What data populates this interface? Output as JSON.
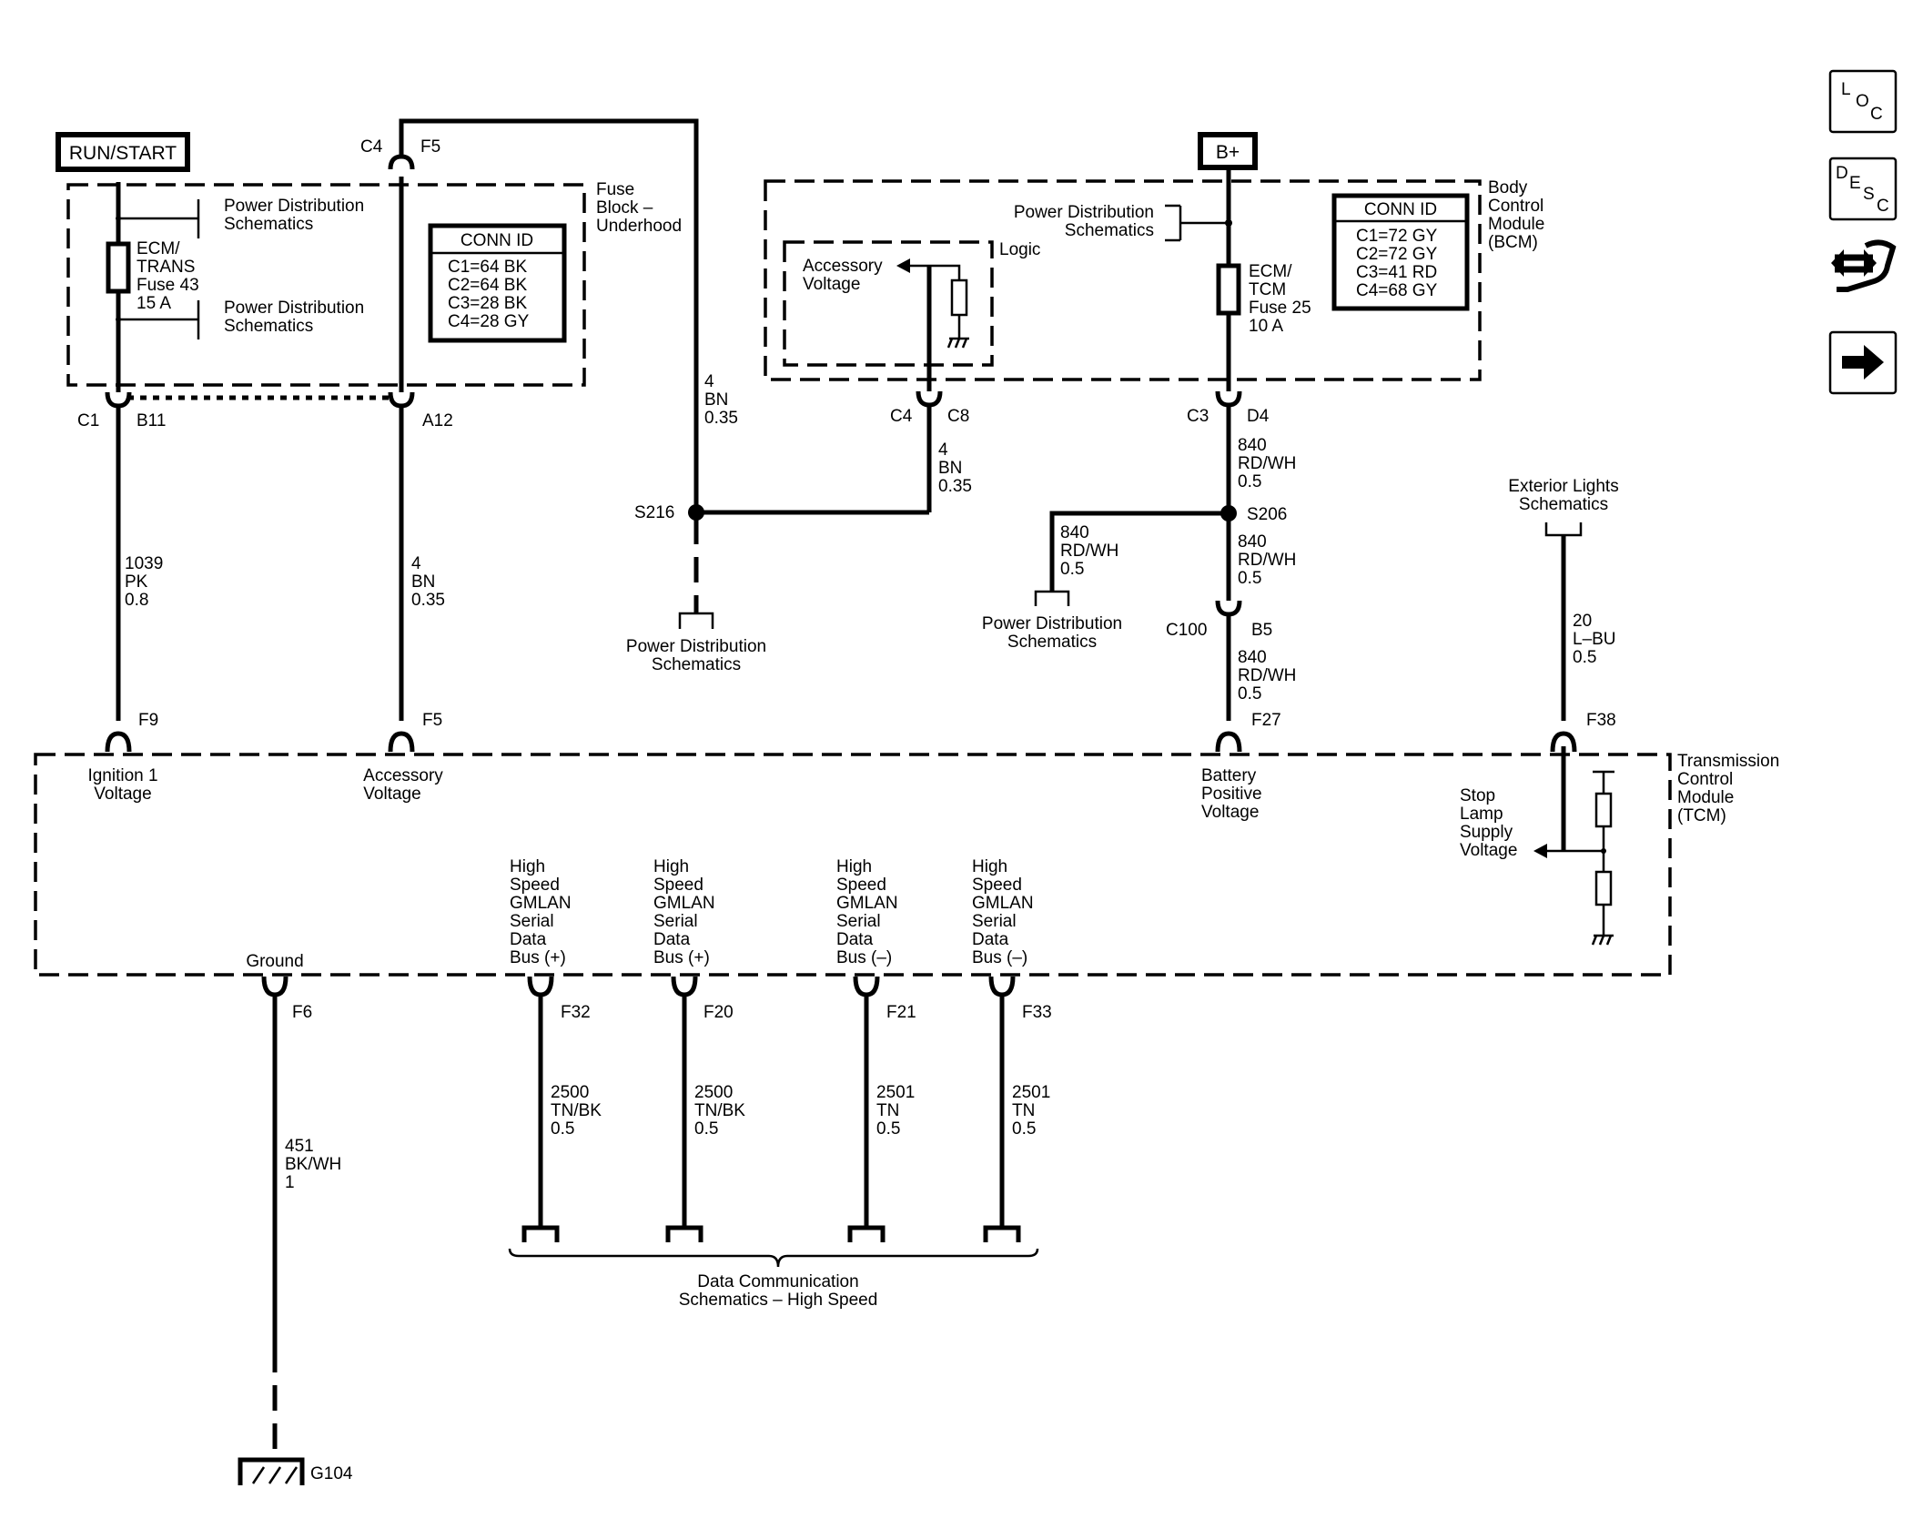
{
  "nav_icons": {
    "loc": [
      "L",
      "O",
      "C"
    ],
    "desc": [
      "D",
      "E",
      "S",
      "C"
    ]
  },
  "sources": {
    "run_start": "RUN/START",
    "b_plus": "B+"
  },
  "fuse_block": {
    "title": [
      "Fuse",
      "Block –",
      "Underhood"
    ],
    "conn_title": "CONN ID",
    "conn": [
      "C1=64 BK",
      "C2=64 BK",
      "C3=28 BK",
      "C4=28 GY"
    ],
    "fuse": [
      "ECM/",
      "TRANS",
      "Fuse 43",
      "15 A"
    ],
    "pd1": [
      "Power Distribution",
      "Schematics"
    ],
    "pd2": [
      "Power Distribution",
      "Schematics"
    ],
    "top_conn": "C4",
    "top_pin": "F5"
  },
  "bcm": {
    "title": [
      "Body",
      "Control",
      "Module",
      "(BCM)"
    ],
    "conn_title": "CONN ID",
    "conn": [
      "C1=72 GY",
      "C2=72 GY",
      "C3=41 RD",
      "C4=68 GY"
    ],
    "pd": [
      "Power Distribution",
      "Schematics"
    ],
    "logic": "Logic",
    "acc": [
      "Accessory",
      "Voltage"
    ],
    "fuse": [
      "ECM/",
      "TCM",
      "Fuse 25",
      "10 A"
    ]
  },
  "connectors": {
    "c1": "C1",
    "b11": "B11",
    "a12": "A12",
    "c4": "C4",
    "c8": "C8",
    "c3": "C3",
    "d4": "D4",
    "c100": "C100",
    "b5": "B5",
    "f9": "F9",
    "f5": "F5",
    "f27": "F27",
    "f38": "F38",
    "f6": "F6",
    "f32": "F32",
    "f20": "F20",
    "f21": "F21",
    "f33": "F33"
  },
  "splices": {
    "s216": "S216",
    "s206": "S206"
  },
  "wires": {
    "w1039": [
      "1039",
      "PK",
      "0.8"
    ],
    "w4a": [
      "4",
      "BN",
      "0.35"
    ],
    "w4top": [
      "4",
      "BN",
      "0.35"
    ],
    "w4bcm": [
      "4",
      "BN",
      "0.35"
    ],
    "w840a": [
      "840",
      "RD/WH",
      "0.5"
    ],
    "w840b": [
      "840",
      "RD/WH",
      "0.5"
    ],
    "w840c": [
      "840",
      "RD/WH",
      "0.5"
    ],
    "w840left": [
      "840",
      "RD/WH",
      "0.5"
    ],
    "w20": [
      "20",
      "L–BU",
      "0.5"
    ],
    "w451": [
      "451",
      "BK/WH",
      "1"
    ],
    "w2500a": [
      "2500",
      "TN/BK",
      "0.5"
    ],
    "w2500b": [
      "2500",
      "TN/BK",
      "0.5"
    ],
    "w2501a": [
      "2501",
      "TN",
      "0.5"
    ],
    "w2501b": [
      "2501",
      "TN",
      "0.5"
    ]
  },
  "refs": {
    "pd_s216": [
      "Power Distribution",
      "Schematics"
    ],
    "pd_s206": [
      "Power Distribution",
      "Schematics"
    ],
    "ext_lights": [
      "Exterior Lights",
      "Schematics"
    ],
    "data_comm": [
      "Data Communication",
      "Schematics – High Speed"
    ],
    "ground": "G104"
  },
  "tcm": {
    "title": [
      "Transmission",
      "Control",
      "Module",
      "(TCM)"
    ],
    "ign": [
      "Ignition 1",
      "Voltage"
    ],
    "acc": [
      "Accessory",
      "Voltage"
    ],
    "batt": [
      "Battery",
      "Positive",
      "Voltage"
    ],
    "stop": [
      "Stop",
      "Lamp",
      "Supply",
      "Voltage"
    ],
    "ground": "Ground",
    "bus1": [
      "High",
      "Speed",
      "GMLAN",
      "Serial",
      "Data",
      "Bus (+)"
    ],
    "bus2": [
      "High",
      "Speed",
      "GMLAN",
      "Serial",
      "Data",
      "Bus (+)"
    ],
    "bus3": [
      "High",
      "Speed",
      "GMLAN",
      "Serial",
      "Data",
      "Bus (–)"
    ],
    "bus4": [
      "High",
      "Speed",
      "GMLAN",
      "Serial",
      "Data",
      "Bus (–)"
    ]
  }
}
